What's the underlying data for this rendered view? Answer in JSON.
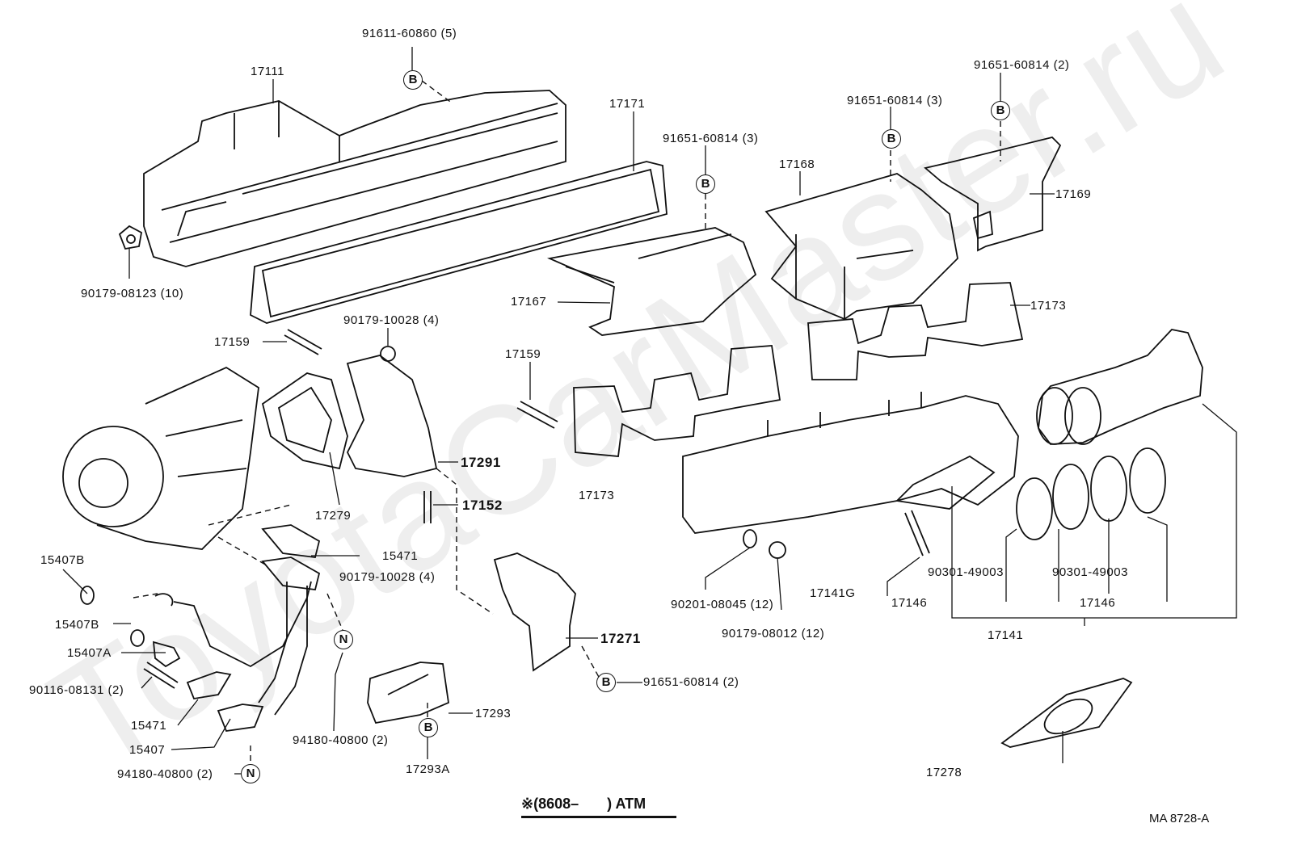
{
  "diagram": {
    "title": "Turbocharger / Exhaust Manifold exploded parts diagram",
    "watermark": "ToyotaCarMaster.ru",
    "footer_note": "※(8608–       ) ATM",
    "drawing_code": "MA  8728-A",
    "callout_letters": {
      "bolt": "B",
      "nut": "N"
    },
    "labels": {
      "p17111": "17111",
      "p91611": "91611-60860 (5)",
      "p17171": "17171",
      "p91651_a": "91651-60814 (3)",
      "p91651_b": "91651-60814 (3)",
      "p91651_c": "91651-60814 (2)",
      "p17168": "17168",
      "p17169": "17169",
      "p90179_08123": "90179-08123 (10)",
      "p17167": "17167",
      "p17173_a": "17173",
      "p17173_b": "17173",
      "p90179_10028_a": "90179-10028 (4)",
      "p17159_a": "17159",
      "p17159_b": "17159",
      "p17291": "17291",
      "p17279": "17279",
      "p17152": "17152",
      "p15471_a": "15471",
      "p15407B_a": "15407B",
      "p15407B_b": "15407B",
      "p90179_10028_b": "90179-10028 (4)",
      "p15407A": "15407A",
      "p90116": "90116-08131 (2)",
      "p15471_b": "15471",
      "p15407": "15407",
      "p94180_a": "94180-40800 (2)",
      "p94180_b": "94180-40800 (2)",
      "p17271": "17271",
      "p91651_d": "91651-60814 (2)",
      "p17293": "17293",
      "p17293A": "17293A",
      "p90201": "90201-08045 (12)",
      "p90179_08012": "90179-08012 (12)",
      "p17141G": "17141G",
      "p17146_a": "17146",
      "p17146_b": "17146",
      "p90301_a": "90301-49003",
      "p90301_b": "90301-49003",
      "p17141": "17141",
      "p17278": "17278"
    }
  }
}
